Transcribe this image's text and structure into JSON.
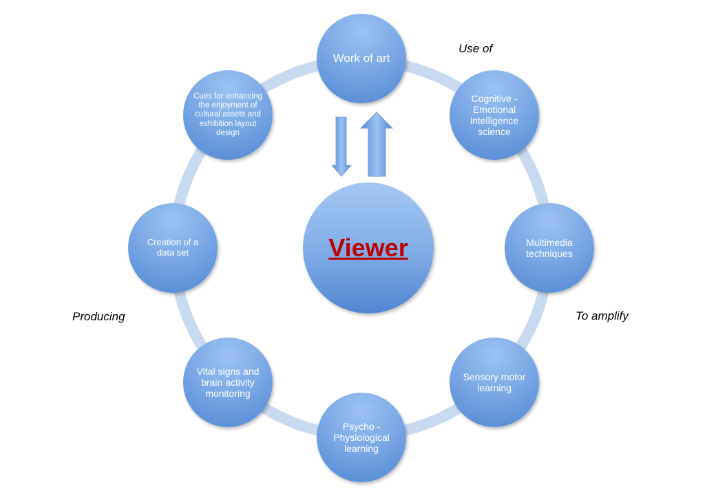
{
  "center": {
    "label": "Viewer"
  },
  "nodes": {
    "work_of_art": "Work of art",
    "cognitive": "Cognitive - Emotional intelligence science",
    "multimedia": "Multimedia techniques",
    "sensory": "Sensory motor learning",
    "psycho": "Psycho - Physiological learning",
    "vital": "Vital signs and brain activity monitoring",
    "creation": "Creation of a data set",
    "cues": "Cues for enhancing the enjoyment of cultural assets and exhibition layout design"
  },
  "labels": {
    "use_of": "Use of",
    "to_amplify": "To amplify",
    "producing": "Producing"
  },
  "colors": {
    "node": "#6b9de0",
    "ring": "#c5d6ee",
    "viewer_text": "#c00000"
  }
}
